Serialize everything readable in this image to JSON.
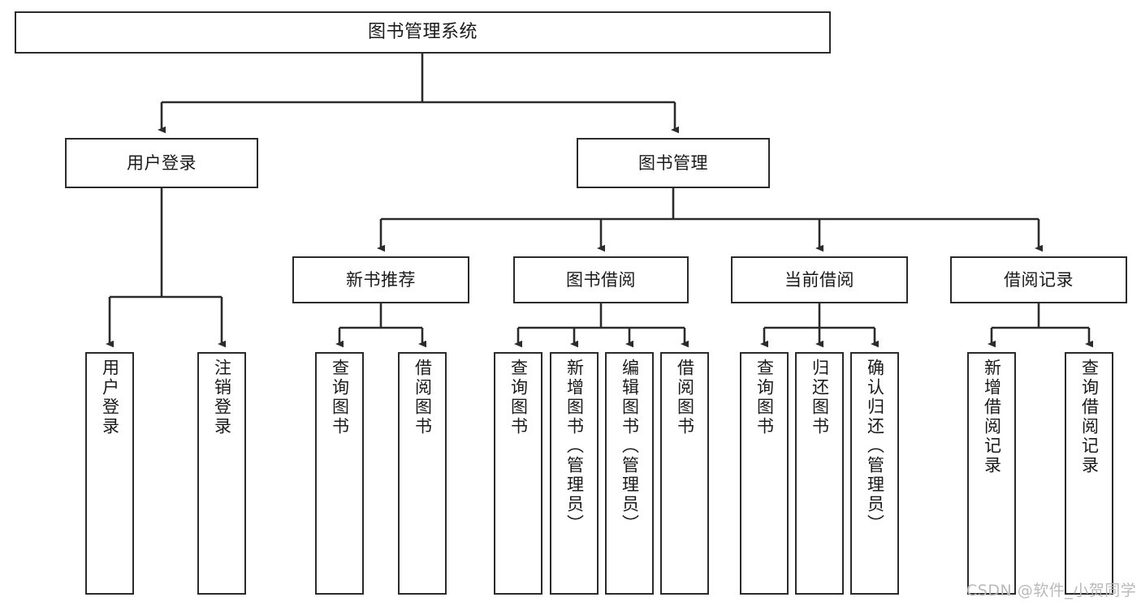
{
  "diagram": {
    "title": "图书管理系统",
    "watermark": "CSDN @软件_小贺同学",
    "colors": {
      "border": "#2b2b2b",
      "background": "#ffffff",
      "text": "#1a1a1a",
      "edge": "#2b2b2b",
      "watermark": "#b9b9b9"
    },
    "levels": {
      "root": {
        "label": "图书管理系统"
      },
      "level2": [
        {
          "id": "user-login",
          "label": "用户登录"
        },
        {
          "id": "book-manage",
          "label": "图书管理"
        }
      ],
      "level3": [
        {
          "id": "new-book-recommend",
          "label": "新书推荐"
        },
        {
          "id": "book-borrow",
          "label": "图书借阅"
        },
        {
          "id": "current-borrow",
          "label": "当前借阅"
        },
        {
          "id": "borrow-record",
          "label": "借阅记录"
        }
      ],
      "leaves": {
        "user-login": [
          {
            "id": "leaf-user-login",
            "label": "用户登录"
          },
          {
            "id": "leaf-logout",
            "label": "注销登录"
          }
        ],
        "new-book-recommend": [
          {
            "id": "leaf-query-book-1",
            "label": "查询图书"
          },
          {
            "id": "leaf-borrow-book-1",
            "label": "借阅图书"
          }
        ],
        "book-borrow": [
          {
            "id": "leaf-query-book-2",
            "label": "查询图书"
          },
          {
            "id": "leaf-add-book",
            "label": "新增图书（管理员）"
          },
          {
            "id": "leaf-edit-book",
            "label": "编辑图书（管理员）"
          },
          {
            "id": "leaf-borrow-book-2",
            "label": "借阅图书"
          }
        ],
        "current-borrow": [
          {
            "id": "leaf-query-book-3",
            "label": "查询图书"
          },
          {
            "id": "leaf-return-book",
            "label": "归还图书"
          },
          {
            "id": "leaf-confirm-return",
            "label": "确认归还（管理员）"
          }
        ],
        "borrow-record": [
          {
            "id": "leaf-add-record",
            "label": "新增借阅记录"
          },
          {
            "id": "leaf-query-record",
            "label": "查询借阅记录"
          }
        ]
      }
    }
  }
}
